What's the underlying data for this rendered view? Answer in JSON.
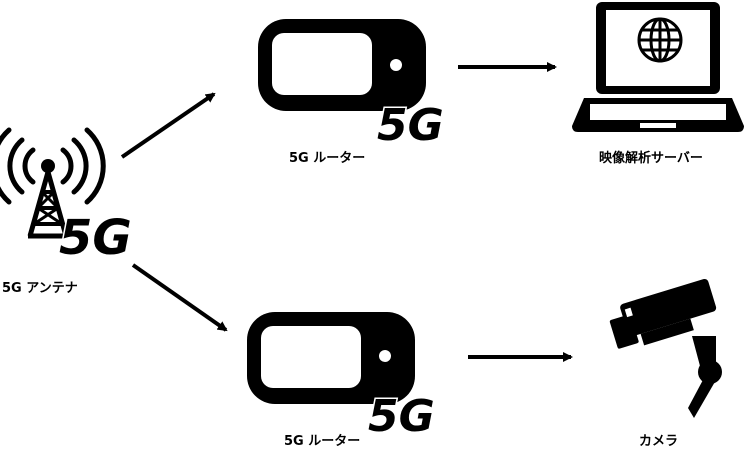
{
  "nodes": {
    "antenna": {
      "label": "5G アンテナ",
      "badge": "5G",
      "icon": "cell-tower-icon"
    },
    "router_top": {
      "label": "5G ルーター",
      "badge": "5G",
      "icon": "mobile-router-icon"
    },
    "router_bottom": {
      "label": "5G ルーター",
      "badge": "5G",
      "icon": "mobile-router-icon"
    },
    "server": {
      "label": "映像解析サーバー",
      "icon": "laptop-globe-icon"
    },
    "camera": {
      "label": "カメラ",
      "icon": "security-camera-icon"
    }
  },
  "edges": [
    {
      "from": "antenna",
      "to": "router_top"
    },
    {
      "from": "antenna",
      "to": "router_bottom"
    },
    {
      "from": "router_top",
      "to": "server"
    },
    {
      "from": "router_bottom",
      "to": "camera"
    }
  ],
  "colors": {
    "ink": "#000000",
    "background": "#ffffff"
  }
}
